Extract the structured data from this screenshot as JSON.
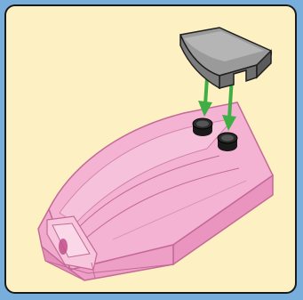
{
  "panel": {
    "background": "#fdf0c2",
    "border": "#1a1a1a"
  },
  "frame": {
    "background": "#78aedc"
  },
  "parts": {
    "base": {
      "name": "pink-wedge-brick",
      "fill": "#f2a6cb",
      "edge": "#c46a97"
    },
    "tile": {
      "name": "dark-gray-curved-tile",
      "fill": "#8f8f8f",
      "edge": "#222222"
    },
    "studs": {
      "name": "black-studs",
      "fill": "#1a1a1a"
    },
    "arrows": {
      "name": "green-assembly-arrows",
      "color": "#3fae44"
    }
  }
}
